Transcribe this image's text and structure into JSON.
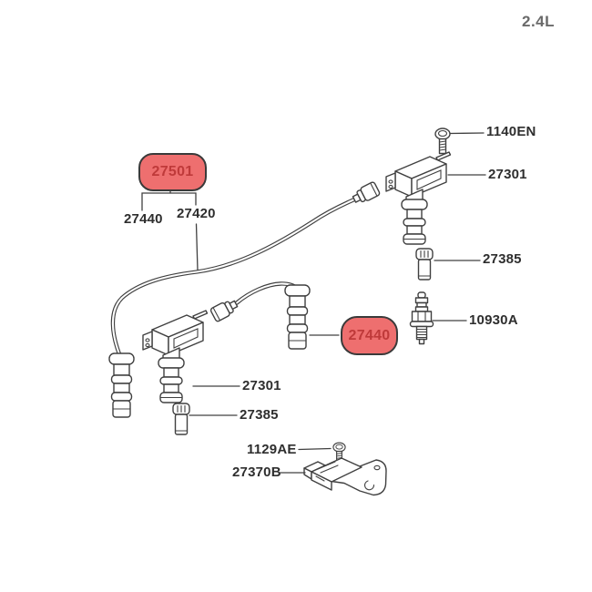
{
  "page": {
    "engine_size": "2.4L"
  },
  "colors": {
    "background": "#ffffff",
    "highlight_fill": "#ee6f6f",
    "highlight_text": "#bf3a3a",
    "highlight_border": "#3a3a3a",
    "diagram_line": "#404040",
    "label_text": "#2e2e2e",
    "engine_text": "#6a6a6a"
  },
  "diagram": {
    "highlighted_parts": {
      "wire_set": {
        "label": "27501"
      },
      "wire_no3": {
        "label": "27440"
      }
    },
    "part_labels": {
      "wire_no1": "27440",
      "wire_no2": "27420",
      "coil_bolt": "1140EN",
      "coil_right": "27301",
      "insulator_right": "27385",
      "spark_plug": "10930A",
      "coil_mid": "27301",
      "insulator_mid": "27385",
      "sensor_bolt": "1129AE",
      "sensor": "27370B"
    }
  }
}
